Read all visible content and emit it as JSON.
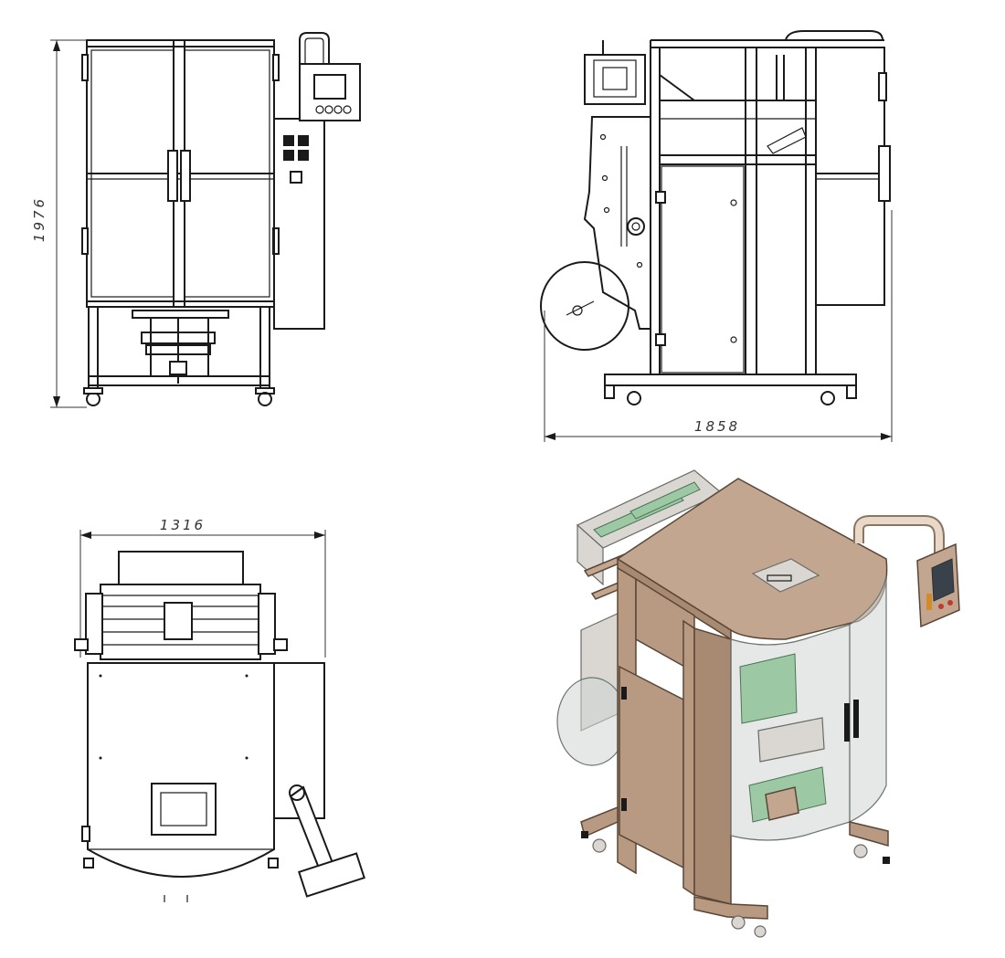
{
  "dimensions": {
    "height_front": "1976",
    "width_side": "1858",
    "depth_top": "1316"
  },
  "colors": {
    "line": "#1a1a1a",
    "body_wood": "#b89a82",
    "glass": "#cfd6d4",
    "inner_parts": "#9cc9a4"
  }
}
